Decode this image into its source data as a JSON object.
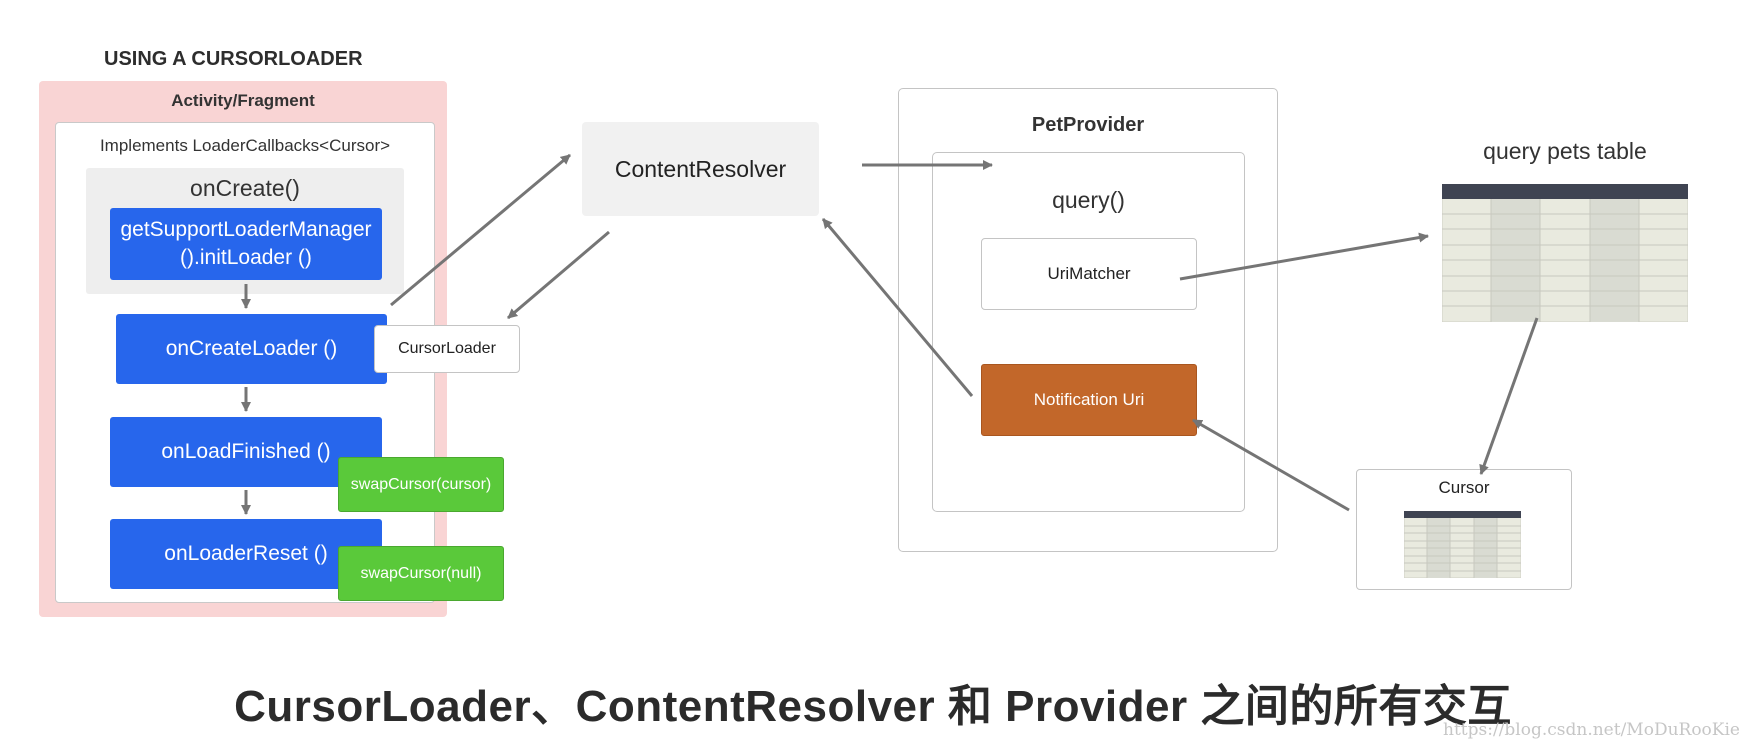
{
  "diagram": {
    "title": "USING A CURSORLOADER",
    "activity": {
      "label": "Activity/Fragment",
      "implements_label": "Implements LoaderCallbacks<Cursor>",
      "oncreate_label": "onCreate()",
      "init_loader_line1": "getSupportLoaderManager",
      "init_loader_line2": "().initLoader ()",
      "on_create_loader": "onCreateLoader ()",
      "cursor_loader": "CursorLoader",
      "on_load_finished": "onLoadFinished ()",
      "swap_cursor": "swapCursor(cursor)",
      "on_loader_reset": "onLoaderReset ()",
      "swap_null": "swapCursor(null)"
    },
    "content_resolver": "ContentResolver",
    "pet_provider": {
      "label": "PetProvider",
      "query_label": "query()",
      "uri_matcher": "UriMatcher",
      "notification_uri": "Notification Uri"
    },
    "pets_table_label": "query pets table",
    "cursor_label": "Cursor",
    "caption": "CursorLoader、ContentResolver 和 Provider 之间的所有交互",
    "watermark": "https://blog.csdn.net/MoDuRooKie"
  },
  "colors": {
    "callback_blue": "#2766ec",
    "swap_green": "#5ac93a",
    "notification_orange": "#c2672a",
    "activity_pink": "#f9d4d4",
    "arrow_gray": "#757575"
  }
}
